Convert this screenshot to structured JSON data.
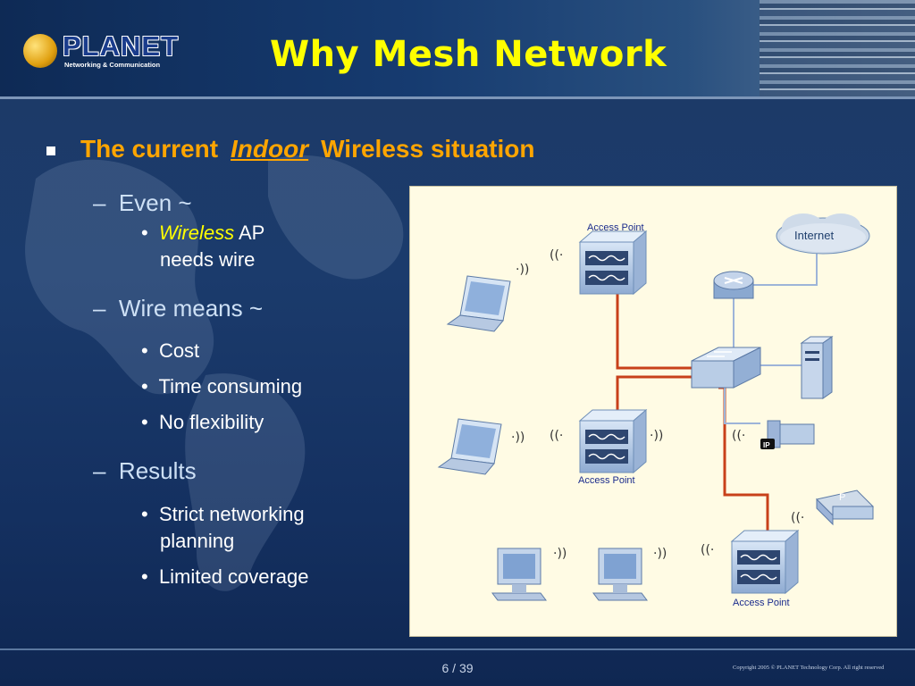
{
  "header": {
    "title": "Why Mesh Network",
    "logo_text": "PLANET",
    "logo_subtitle": "Networking & Communication"
  },
  "heading": {
    "part1": "The current",
    "part2": "Indoor",
    "part3": "Wireless situation"
  },
  "list": {
    "even": "Even ~",
    "wireless_word": "Wireless",
    "wireless_rest": " AP",
    "needs_wire": "needs wire",
    "wire_means": "Wire means ~",
    "cost": "Cost",
    "time": "Time consuming",
    "flex": "No flexibility",
    "results": "Results",
    "strict1": "Strict networking",
    "strict2": "planning",
    "limited": "Limited coverage"
  },
  "diagram": {
    "ap_label": "Access Point",
    "internet_label": "Internet",
    "ip_label": "IP",
    "printer_label": "P",
    "colors": {
      "wire": "#c8401a",
      "link": "#9db4d8",
      "device": "#b9cde6"
    }
  },
  "footer": {
    "page": "6 / 39",
    "copyright": "Copyright 2005 © PLANET Technology Corp. All right reserved"
  }
}
